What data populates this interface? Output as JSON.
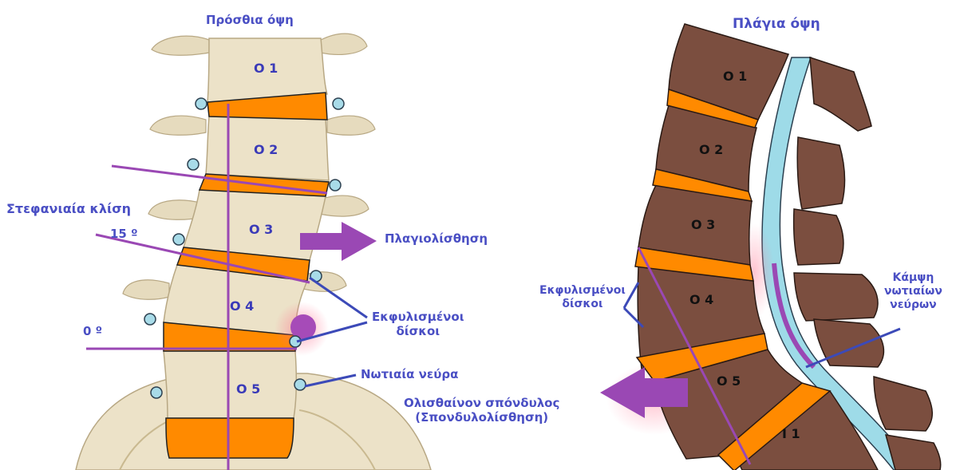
{
  "colors": {
    "bone": "#ece2c8",
    "bone_shadow": "#d4c6a2",
    "disc": "#ff8a00",
    "dark_vertebra": "#7b4e3f",
    "canal": "#9edbe8",
    "annotation": "#9a48b4",
    "pointer": "#3c4ab8",
    "text": "#4a4fc4"
  },
  "front_view": {
    "title": "Πρόσθια όψη",
    "vertebrae": [
      "Ο 1",
      "Ο 2",
      "Ο 3",
      "Ο 4",
      "Ο 5"
    ],
    "coronal_tilt_label": "Στεφανιαία κλίση",
    "angle_15": "15 º",
    "angle_0": "0 º",
    "lateral_listhesis_label": "Πλαγιολίσθηση",
    "degenerated_discs_label": "Εκφυλισμένοι\nδίσκοι",
    "spinal_nerves_label": "Νωτιαία νεύρα"
  },
  "side_view": {
    "title": "Πλάγια όψη",
    "vertebrae": [
      "Ο 1",
      "Ο 2",
      "Ο 3",
      "Ο 4",
      "Ο 5",
      "Ι 1"
    ],
    "degenerated_discs_label": "Εκφυλισμένοι\nδίσκοι",
    "nerve_bend_label": "Κάμψη\nνωτιαίων\nνεύρων",
    "slipped_vertebra_label": "Ολισθαίνον σπόνδυλος\n(Σπονδυλολίσθηση)"
  }
}
